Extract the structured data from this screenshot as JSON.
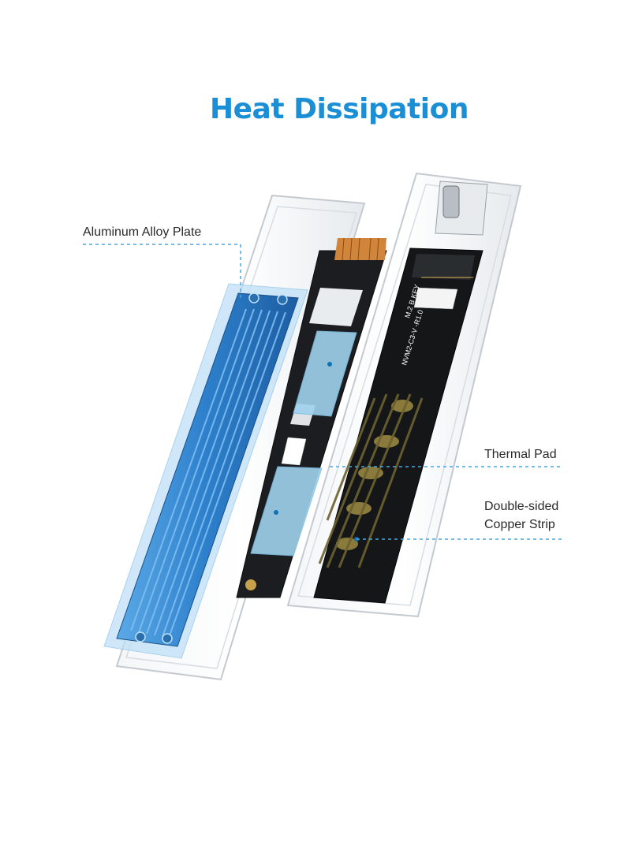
{
  "title": "Heat Dissipation",
  "callouts": {
    "aluminum_plate": "Aluminum Alloy Plate",
    "thermal_pad": "Thermal Pad",
    "copper_strip_line1": "Double-sided",
    "copper_strip_line2": "Copper Strip"
  },
  "board_text": {
    "key": "M.2 B KEY",
    "model": "NVM2-C3-V -R1.0"
  },
  "colors": {
    "title": "#1b8fd6",
    "leader_line": "#4aa6dc",
    "heatsink": "#2f7fc7",
    "thermal_pad": "#9fd2ee"
  }
}
